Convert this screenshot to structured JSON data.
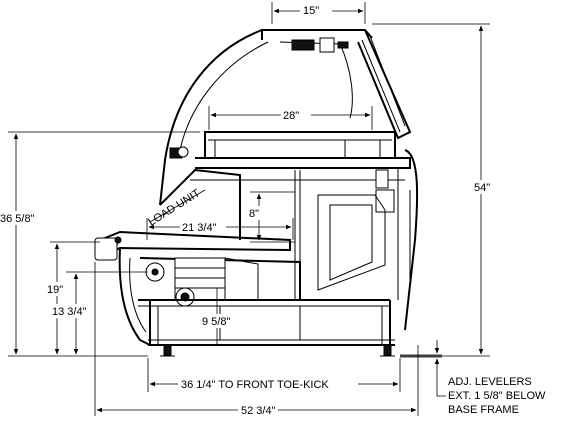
{
  "dimensions": {
    "top_width": "15\"",
    "shelf_depth": "28\"",
    "overall_height": "54\"",
    "front_height": "36 5/8\"",
    "load_unit": "LOAD UNIT",
    "inner_height": "8\"",
    "inner_depth": "21 3/4\"",
    "left_height": "19\"",
    "lower_height": "13 3/4\"",
    "bottom_depth": "9 5/8\"",
    "toe_kick": "36 1/4\" TO FRONT TOE-KICK",
    "overall_depth": "52 3/4\""
  },
  "note": {
    "line1": "ADJ. LEVELERS",
    "line2": "EXT. 1 5/8\" BELOW",
    "line3": "BASE FRAME"
  }
}
